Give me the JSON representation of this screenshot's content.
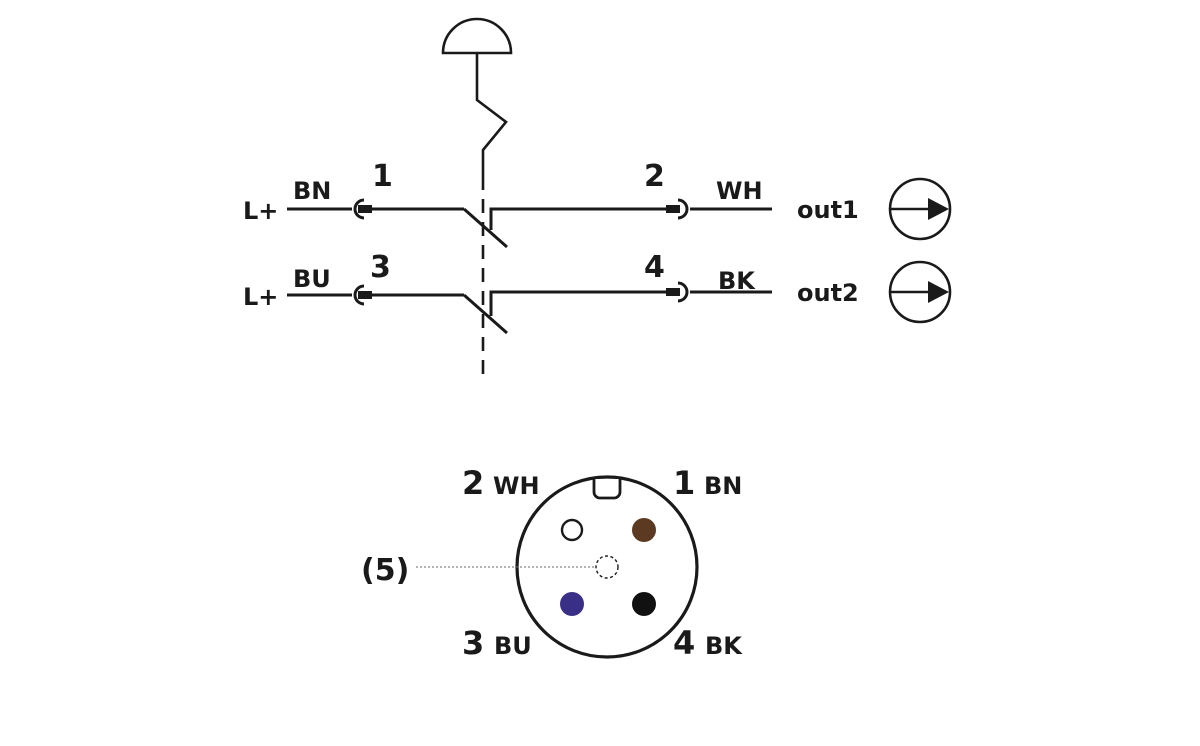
{
  "schematic": {
    "row1": {
      "supply": "L+",
      "wire_left": "BN",
      "pin_left": "1",
      "pin_right": "2",
      "wire_right": "WH",
      "output": "out1"
    },
    "row2": {
      "supply": "L+",
      "wire_left": "BU",
      "pin_left": "3",
      "pin_right": "4",
      "wire_right": "BK",
      "output": "out2"
    }
  },
  "connector": {
    "pin2": {
      "num": "2",
      "wire": "WH",
      "fill": "#ffffff"
    },
    "pin1": {
      "num": "1",
      "wire": "BN",
      "fill": "#5c3a21"
    },
    "pin3": {
      "num": "3",
      "wire": "BU",
      "fill": "#3a2f86"
    },
    "pin4": {
      "num": "4",
      "wire": "BK",
      "fill": "#111111"
    },
    "pin5_label": "(5)"
  },
  "colors": {
    "line": "#1a1a1a",
    "brown": "#5c3a21",
    "blue": "#3a2f86",
    "black": "#111111"
  }
}
